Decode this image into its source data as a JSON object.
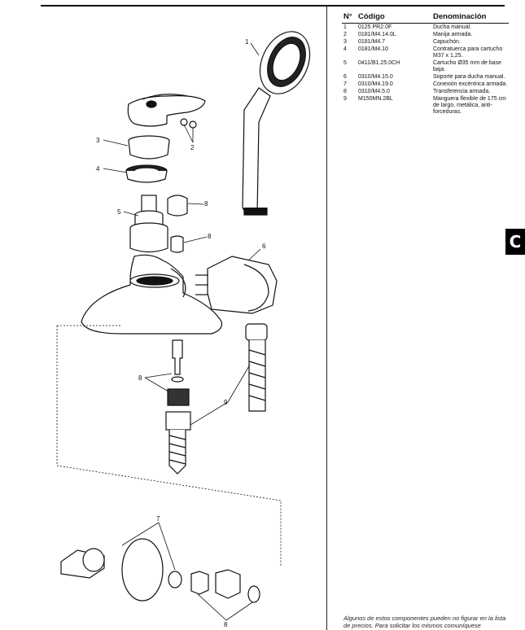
{
  "table": {
    "headers": {
      "n": "N°",
      "code": "Código",
      "name": "Denominación"
    },
    "rows": [
      {
        "n": "1",
        "code": "0125 PR2.0F",
        "name": "Ducha manual."
      },
      {
        "n": "2",
        "code": "0181/M4.14.0L",
        "name": "Manija armada."
      },
      {
        "n": "3",
        "code": "0181/M4.7",
        "name": "Capuchón."
      },
      {
        "n": "4",
        "code": "0181/M4.10",
        "name": "Contratuerca para cartucho M37 x 1,25."
      },
      {
        "n": "5",
        "code": "0411/B1.25.0CH",
        "name": "Cartucho Ø35 mm de base baja."
      },
      {
        "n": "6",
        "code": "0310/M4.15.0",
        "name": "Soporte para ducha manual."
      },
      {
        "n": "7",
        "code": "0310/M4.19.0",
        "name": "Conexión excéntrica armada."
      },
      {
        "n": "8",
        "code": "0310/M4.5.0",
        "name": "Transferencia armada."
      },
      {
        "n": "9",
        "code": "M150MN.2BL",
        "name": "Manguera flexible de 175 cm de largo, metálica, anti-forceduras."
      }
    ]
  },
  "section_tab": "C",
  "footnote": "Algunos de estos componentes pueden no figurar en la lista de precios. Para solicitar los mismos comuníquese",
  "callouts": {
    "c1": "1",
    "c2": "2",
    "c3": "3",
    "c4": "4",
    "c5": "5",
    "c6": "6",
    "c7": "7",
    "c8a": "8",
    "c8b": "8",
    "c8c": "8",
    "c8d": "8",
    "c9": "9"
  }
}
